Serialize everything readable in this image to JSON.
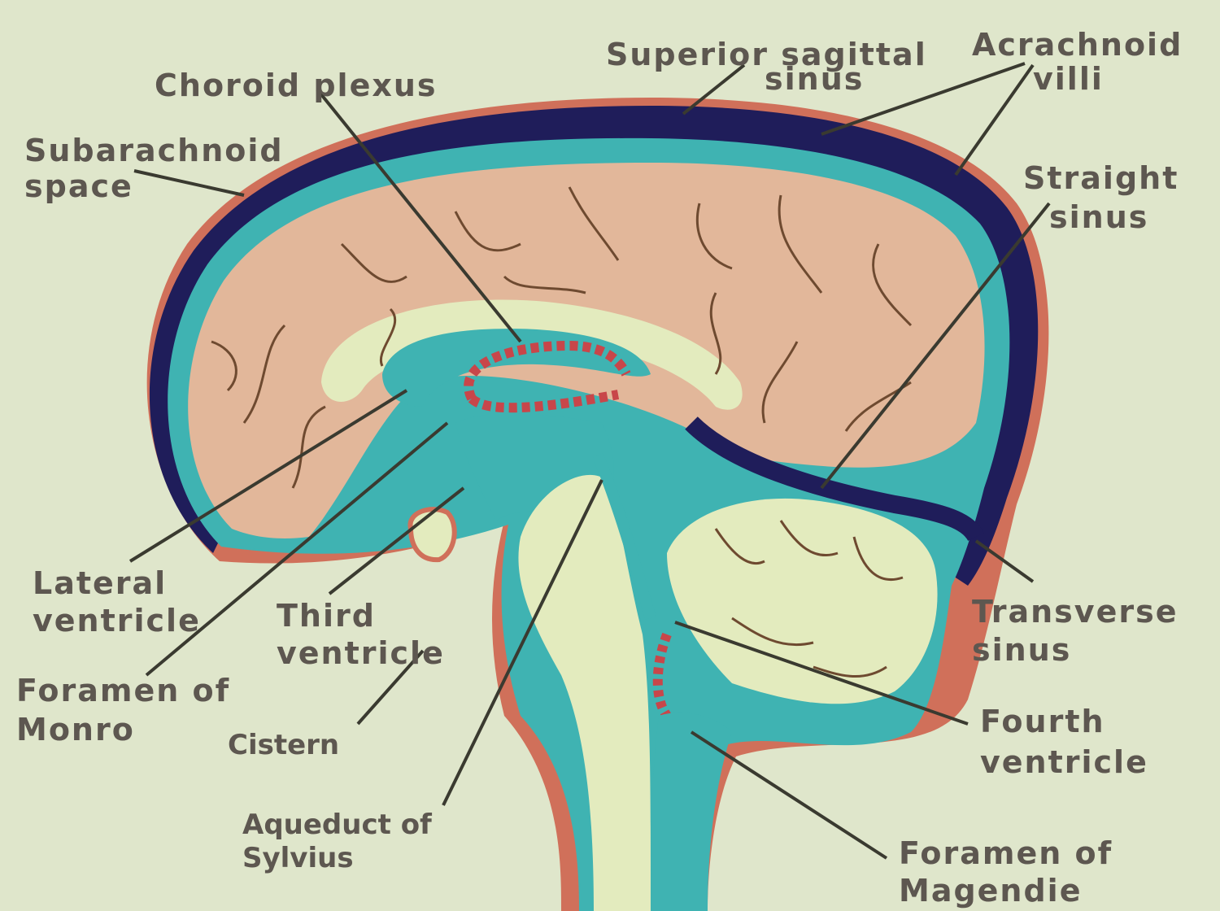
{
  "labels": {
    "choroid_plexus": "Choroid plexus",
    "superior_sagittal_1": "Superior sagittal",
    "superior_sagittal_2": "sinus",
    "arachnoid_1": "Acrachnoid",
    "arachnoid_2": "villi",
    "subarachnoid_1": "Subarachnoid",
    "subarachnoid_2": "space",
    "straight_1": "Straight",
    "straight_2": "sinus",
    "lateral_1": "Lateral",
    "lateral_2": "ventricle",
    "third_1": "Third",
    "third_2": "ventricle",
    "monro_1": "Foramen of",
    "monro_2": "Monro",
    "cistern": "Cistern",
    "sylvius_1": "Aqueduct of",
    "sylvius_2": "Sylvius",
    "transverse_1": "Transverse",
    "transverse_2": "sinus",
    "fourth_1": "Fourth",
    "fourth_2": "ventricle",
    "magendie_1": "Foramen of",
    "magendie_2": "Magendie"
  },
  "colors": {
    "background": "#dfe6cb",
    "csf": "#3fb3b2",
    "venous_sinus": "#1f1d5a",
    "dura": "#d0705a",
    "cerebrum": "#e2b79a",
    "deep_tissue": "#e3ebbe",
    "choroid": "#c8464a",
    "label_text": "#5d5750"
  }
}
